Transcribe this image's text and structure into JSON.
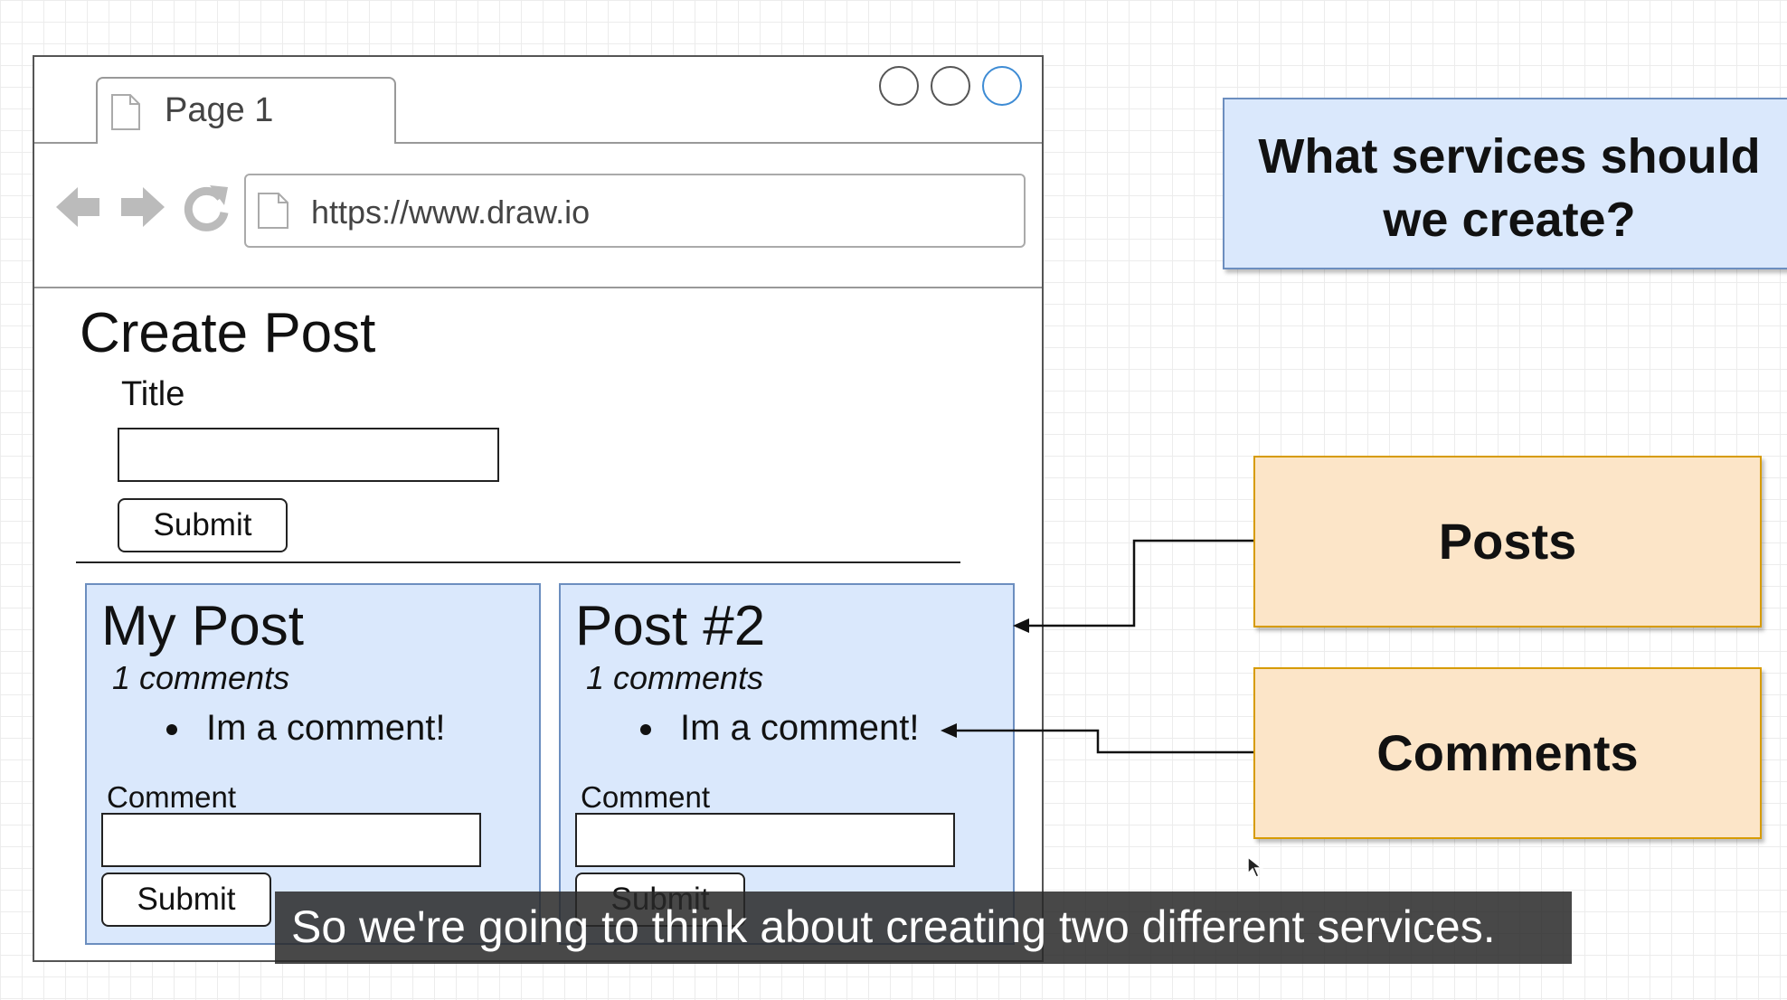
{
  "browser": {
    "tab_label": "Page 1",
    "url": "https://www.draw.io",
    "window_controls": [
      "circle-button",
      "circle-button",
      "circle-button-active"
    ]
  },
  "create_post": {
    "title": "Create Post",
    "field_label": "Title",
    "field_value": "",
    "submit_label": "Submit"
  },
  "posts": [
    {
      "title": "My Post",
      "comment_count": "1 comments",
      "comments": [
        "Im a comment!"
      ],
      "comment_label": "Comment",
      "comment_value": "",
      "submit_label": "Submit"
    },
    {
      "title": "Post #2",
      "comment_count": "1 comments",
      "comments": [
        "Im a comment!"
      ],
      "comment_label": "Comment",
      "comment_value": "",
      "submit_label": "Submit"
    }
  ],
  "diagram": {
    "question": "What services should we create?",
    "services": [
      "Posts",
      "Comments"
    ]
  },
  "caption": "So we're going to think about creating two different services.",
  "colors": {
    "card_fill": "#dae8fc",
    "card_border": "#6c8ebf",
    "service_fill": "#fce5c8",
    "service_border": "#d79b00",
    "active_circle": "#3d8bd4"
  }
}
